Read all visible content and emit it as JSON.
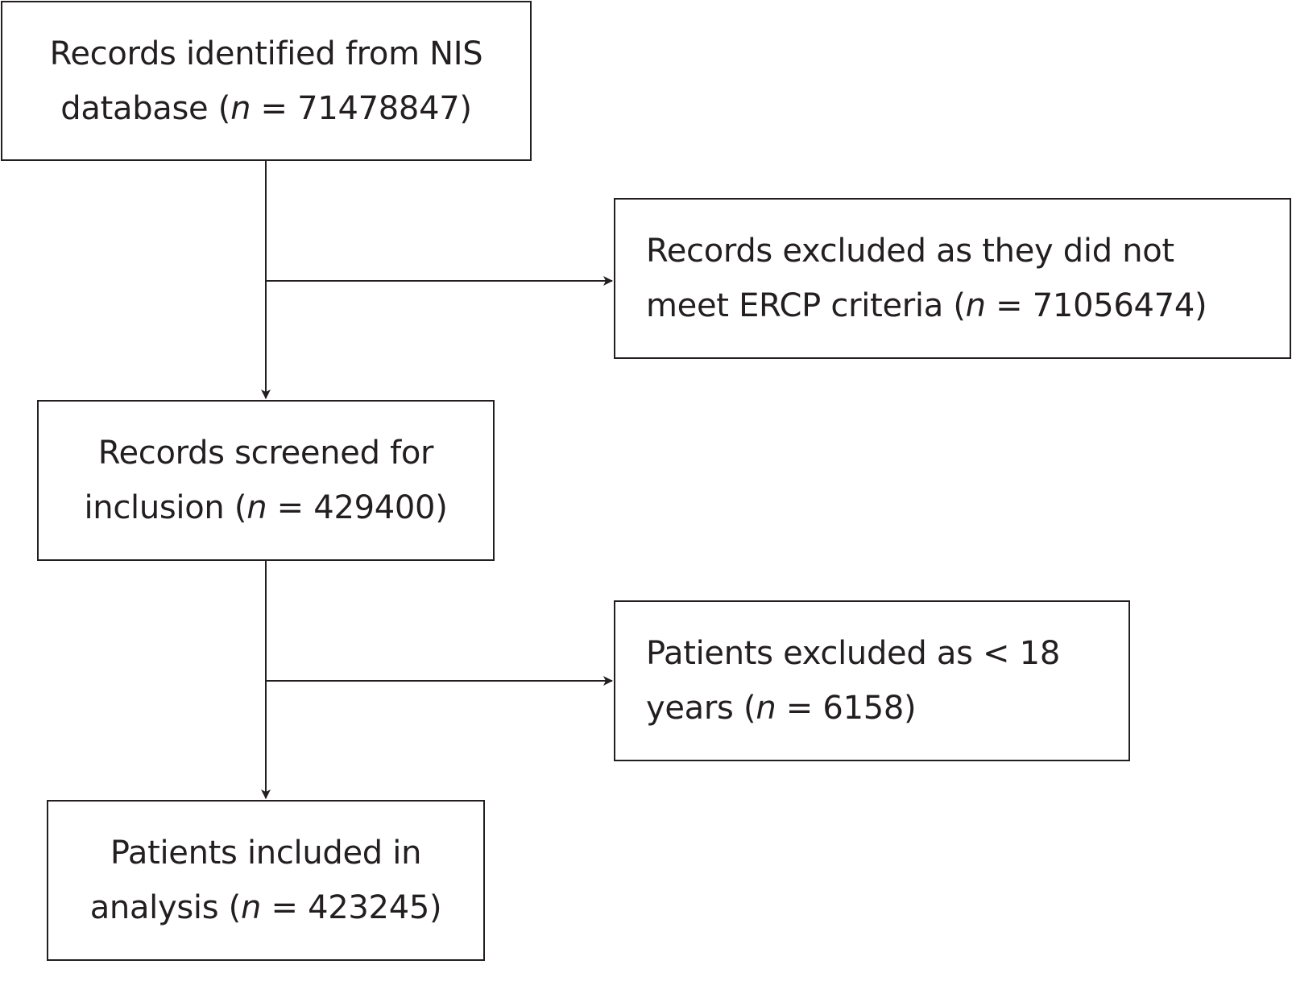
{
  "boxes": {
    "identified": {
      "line1": "Records identified from NIS",
      "line2_pre": "database (",
      "var": "n",
      "line2_post": " = 71478847)"
    },
    "excluded_ercp": {
      "line1": "Records excluded as they did not",
      "line2_pre": "meet ERCP criteria (",
      "var": "n",
      "line2_post": " = 71056474)"
    },
    "screened": {
      "line1": "Records screened for",
      "line2_pre": "inclusion (",
      "var": "n",
      "line2_post": " = 429400)"
    },
    "excluded_age": {
      "line1": "Patients excluded as < 18",
      "line2_pre": "years (",
      "var": "n",
      "line2_post": " = 6158)"
    },
    "included": {
      "line1": "Patients included in",
      "line2_pre": "analysis (",
      "var": "n",
      "line2_post": " = 423245)"
    }
  },
  "colors": {
    "stroke": "#231f20",
    "background": "#ffffff"
  }
}
